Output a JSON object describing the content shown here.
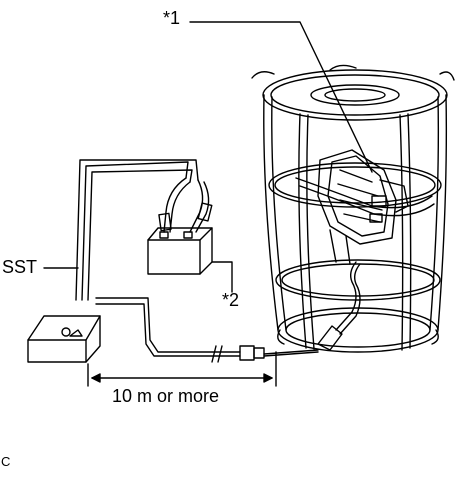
{
  "labels": {
    "callout_1": "*1",
    "callout_2": "*2",
    "sst": "SST",
    "distance": "10 m or more",
    "figure_code": "C"
  },
  "icons": {
    "cage": "cylindrical-wire-cage-icon",
    "airbag_module": "airbag-module-icon",
    "battery": "battery-icon",
    "sst_tool": "sst-tool-icon",
    "connector": "connector-icon"
  },
  "colors": {
    "line": "#000000",
    "background": "#ffffff"
  }
}
